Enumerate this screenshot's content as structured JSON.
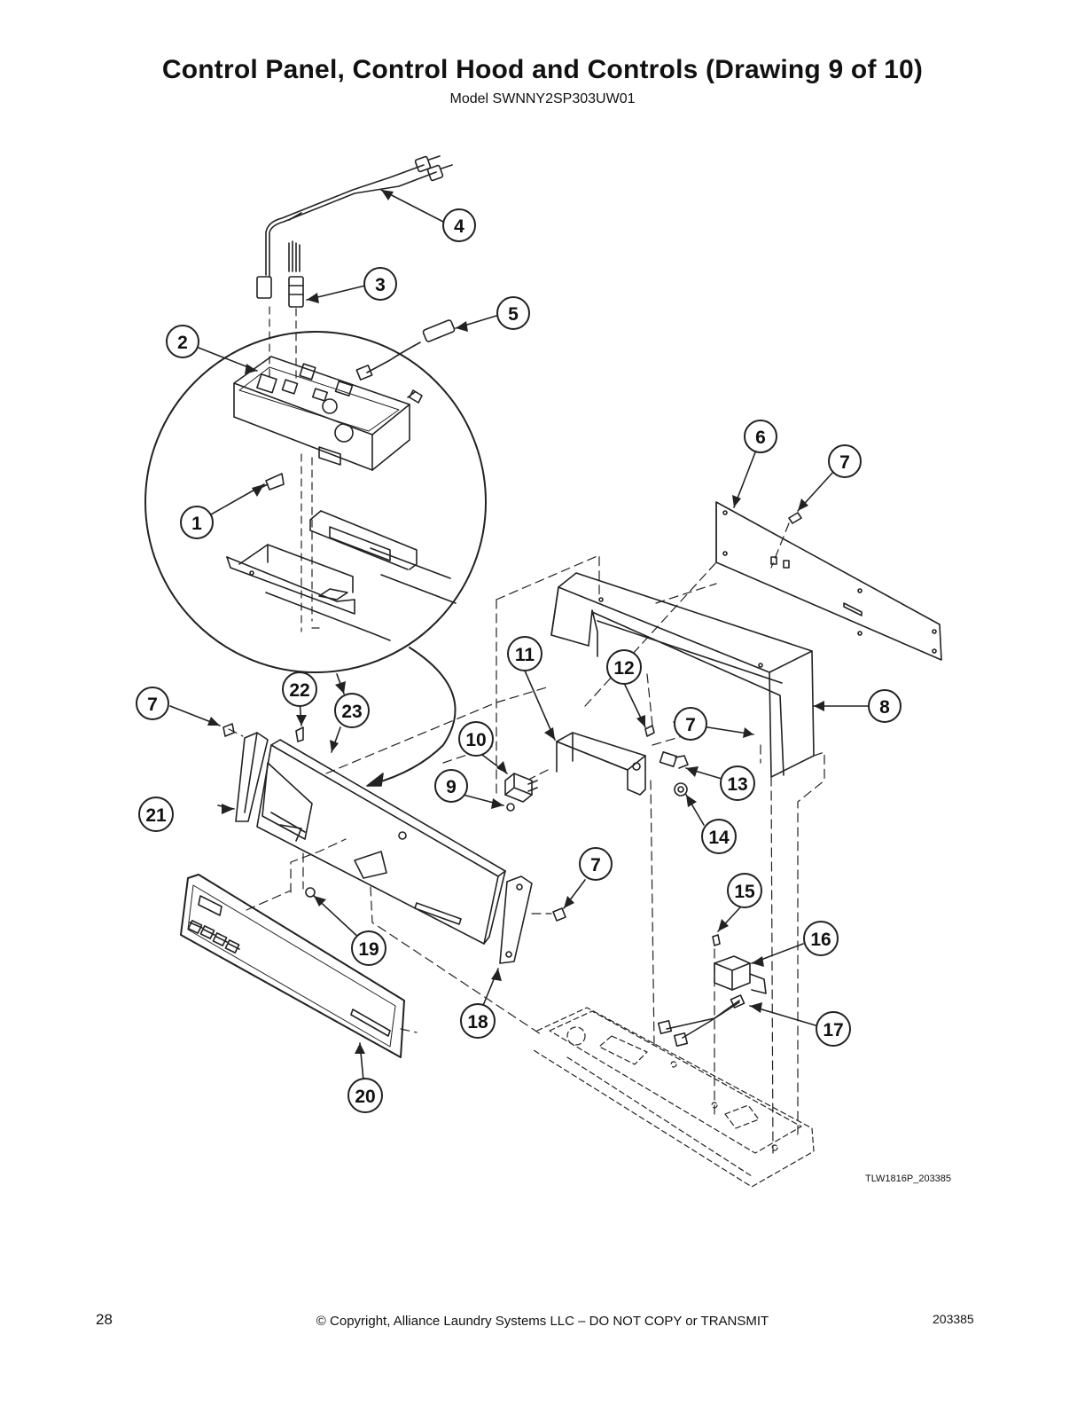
{
  "page": {
    "title": "Control Panel, Control Hood and Controls (Drawing 9 of 10)",
    "model": "Model SWNNY2SP303UW01",
    "drawing_id": "TLW1816P_203385",
    "page_number": "28",
    "copyright": "© Copyright, Alliance Laundry Systems LLC – DO NOT COPY or TRANSMIT",
    "document_number": "203385"
  },
  "callouts": [
    {
      "number": "1"
    },
    {
      "number": "2"
    },
    {
      "number": "3"
    },
    {
      "number": "4"
    },
    {
      "number": "5"
    },
    {
      "number": "6"
    },
    {
      "number": "7"
    },
    {
      "number": "7"
    },
    {
      "number": "7"
    },
    {
      "number": "7"
    },
    {
      "number": "8"
    },
    {
      "number": "9"
    },
    {
      "number": "10"
    },
    {
      "number": "11"
    },
    {
      "number": "12"
    },
    {
      "number": "13"
    },
    {
      "number": "14"
    },
    {
      "number": "15"
    },
    {
      "number": "16"
    },
    {
      "number": "17"
    },
    {
      "number": "18"
    },
    {
      "number": "19"
    },
    {
      "number": "20"
    },
    {
      "number": "21"
    },
    {
      "number": "22"
    },
    {
      "number": "23"
    }
  ]
}
